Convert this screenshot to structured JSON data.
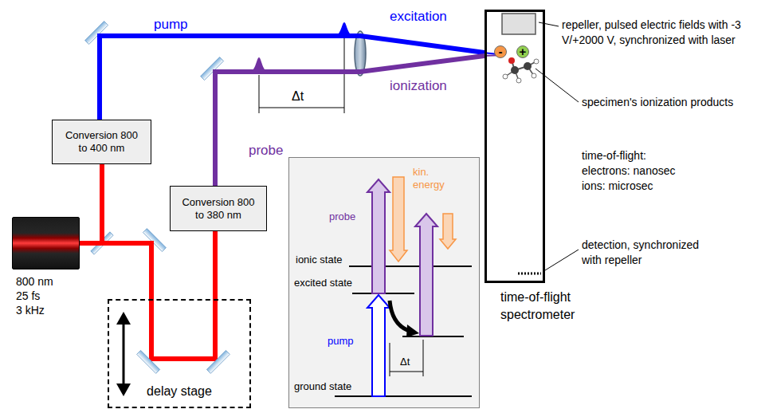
{
  "diagram": {
    "nodes": [
      {
        "text": [
          "800 nm",
          "25 fs",
          "3 kHz"
        ]
      },
      {
        "text": [
          "Conversion 800 to 400 nm"
        ]
      },
      {
        "text": [
          "Conversion 800 to 380 nm"
        ]
      },
      {
        "text": [
          "delay stage"
        ]
      },
      {
        "text": [
          "probe",
          "kin. energy",
          "ionic state",
          "excited state",
          "pump",
          "Δt",
          "ground state"
        ]
      },
      {
        "text": [
          "time-of-flight spectrometer"
        ]
      },
      {
        "text": [
          "-"
        ],
        "in": 5
      },
      {
        "text": [
          "+"
        ],
        "in": 5
      }
    ],
    "edges": [
      {
        "from": 0,
        "to": 1,
        "arrow": "none"
      },
      {
        "from": 0,
        "to": 3,
        "arrow": "none"
      },
      {
        "from": 3,
        "to": 2,
        "arrow": "none"
      },
      {
        "from": 1,
        "to": 5,
        "label": "pump",
        "arrow": "none"
      },
      {
        "from": 2,
        "to": 5,
        "label": "probe",
        "arrow": "none"
      }
    ],
    "labels": [
      "excitation",
      "ionization",
      "Δt",
      "repeller, pulsed electric fields with -3 V/+2000 V, synchronized with laser",
      "specimen's ionization products",
      "time-of-flight:",
      "electrons: nanosec",
      "ions: microsec",
      "detection, synchronized with repeller"
    ]
  }
}
